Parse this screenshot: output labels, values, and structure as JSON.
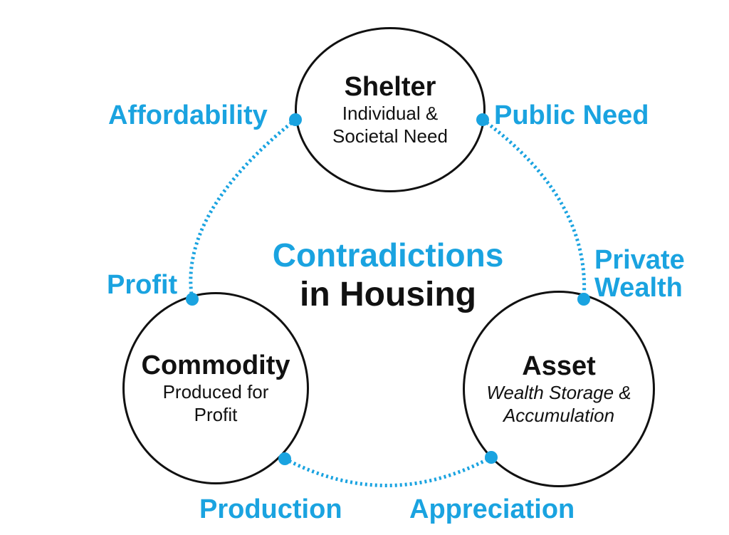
{
  "colors": {
    "accent": "#1aa3e0",
    "ink": "#111111"
  },
  "center": {
    "line1": "Contradictions",
    "line2": "in Housing"
  },
  "nodes": {
    "shelter": {
      "title": "Shelter",
      "line1": "Individual &",
      "line2": "Societal Need"
    },
    "commodity": {
      "title": "Commodity",
      "line1": "Produced for",
      "line2": "Profit"
    },
    "asset": {
      "title": "Asset",
      "line1": "Wealth Storage &",
      "line2": "Accumulation"
    }
  },
  "labels": {
    "affordability": "Affordability",
    "public_need": "Public Need",
    "profit": "Profit",
    "private_wealth_1": "Private",
    "private_wealth_2": "Wealth",
    "production": "Production",
    "appreciation": "Appreciation"
  }
}
